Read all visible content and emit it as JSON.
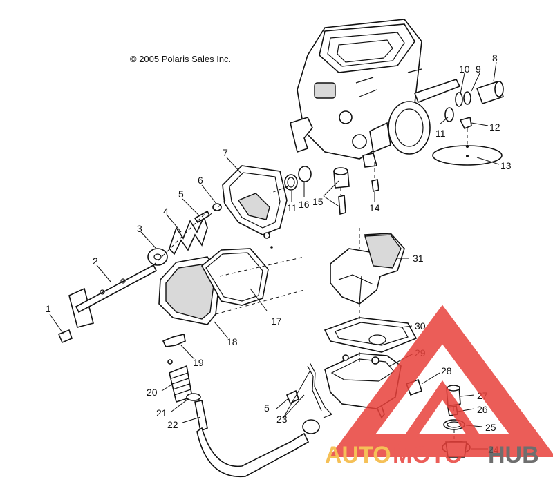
{
  "copyright": "© 2005 Polaris Sales Inc.",
  "callouts": [
    "1",
    "2",
    "3",
    "4",
    "5",
    "6",
    "7",
    "8",
    "9",
    "10",
    "11",
    "11",
    "12",
    "13",
    "14",
    "15",
    "16",
    "17",
    "18",
    "19",
    "20",
    "21",
    "22",
    "23",
    "24",
    "25",
    "26",
    "27",
    "28",
    "29",
    "30",
    "31",
    "5"
  ],
  "watermark": {
    "part1": "AUTO",
    "part2": "MOTO",
    "part3": "HUB",
    "color_orange": "#f4b63a",
    "color_red": "#e8413b",
    "color_dark": "#555555"
  }
}
